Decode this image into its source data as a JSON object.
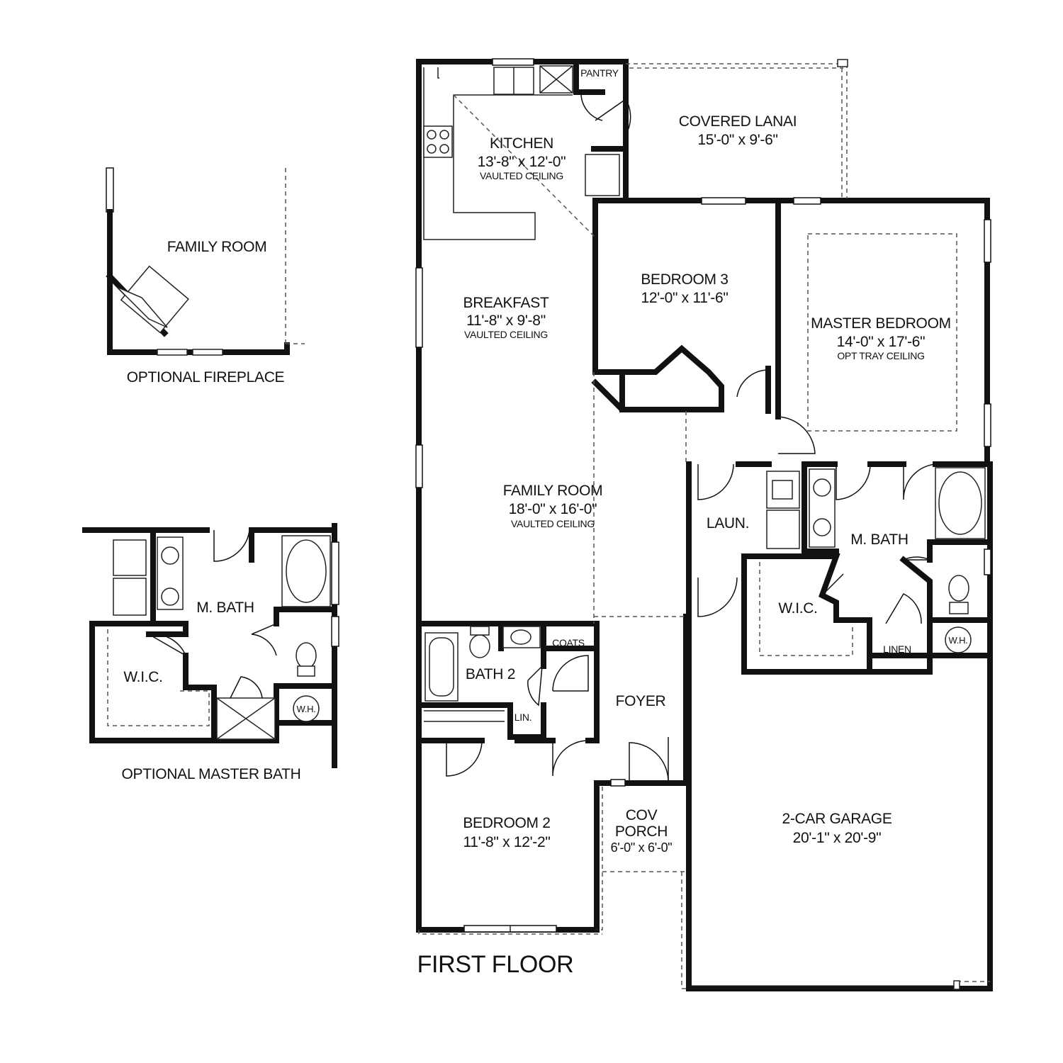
{
  "diagram_title": "FIRST FLOOR",
  "rooms": {
    "kitchen": {
      "name": "KITCHEN",
      "size": "13'-8\" x 12'-0\"",
      "note": "VAULTED CEILING"
    },
    "pantry": {
      "name": "PANTRY"
    },
    "covered_lanai": {
      "name": "COVERED LANAI",
      "size": "15'-0\" x 9'-6\""
    },
    "breakfast": {
      "name": "BREAKFAST",
      "size": "11'-8\" x 9'-8\"",
      "note": "VAULTED CEILING"
    },
    "bedroom3": {
      "name": "BEDROOM 3",
      "size": "12'-0\" x 11'-6\""
    },
    "master_bedroom": {
      "name": "MASTER BEDROOM",
      "size": "14'-0\" x 17'-6\"",
      "note": "OPT TRAY CEILING"
    },
    "family_room": {
      "name": "FAMILY ROOM",
      "size": "18'-0\" x 16'-0\"",
      "note": "VAULTED CEILING"
    },
    "laundry": {
      "name": "LAUN."
    },
    "master_bath": {
      "name": "M. BATH"
    },
    "wic": {
      "name": "W.I.C."
    },
    "linen": {
      "name": "LINEN"
    },
    "water_heater": {
      "name": "W.H."
    },
    "bath2": {
      "name": "BATH 2"
    },
    "coats": {
      "name": "COATS"
    },
    "lin": {
      "name": "LIN."
    },
    "foyer": {
      "name": "FOYER"
    },
    "bedroom2": {
      "name": "BEDROOM 2",
      "size": "11'-8\" x 12'-2\""
    },
    "cov_porch": {
      "name1": "COV",
      "name2": "PORCH",
      "size": "6'-0\" x  6'-0\""
    },
    "garage": {
      "name": "2-CAR GARAGE",
      "size": "20'-1\" x 20'-9\""
    }
  },
  "optional_fireplace": {
    "caption": "OPTIONAL FIREPLACE",
    "room": "FAMILY ROOM"
  },
  "optional_master_bath": {
    "caption": "OPTIONAL MASTER BATH",
    "bath": "M. BATH",
    "wic": "W.I.C.",
    "water_heater": "W.H."
  }
}
